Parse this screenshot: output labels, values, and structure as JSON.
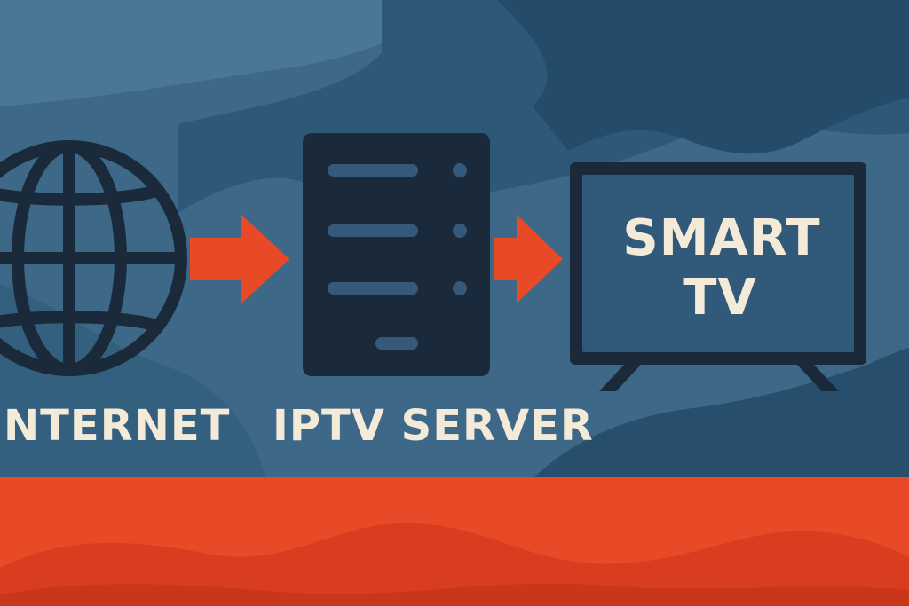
{
  "nodes": {
    "internet": {
      "label": "NTERNET",
      "icon": "globe-icon"
    },
    "server": {
      "label": "IPTV SERVER",
      "icon": "server-icon"
    },
    "tv": {
      "label_line1": "SMART",
      "label_line2": "TV",
      "icon": "tv-icon"
    }
  },
  "arrows": [
    {
      "from": "internet",
      "to": "server"
    },
    {
      "from": "server",
      "to": "tv"
    }
  ],
  "colors": {
    "background": "#3b6585",
    "background_dark": "#254b69",
    "icon_fill": "#1a2a3a",
    "tv_screen": "#30597a",
    "accent": "#e84a27",
    "accent_dark": "#c9361a",
    "text": "#f3ead8"
  }
}
